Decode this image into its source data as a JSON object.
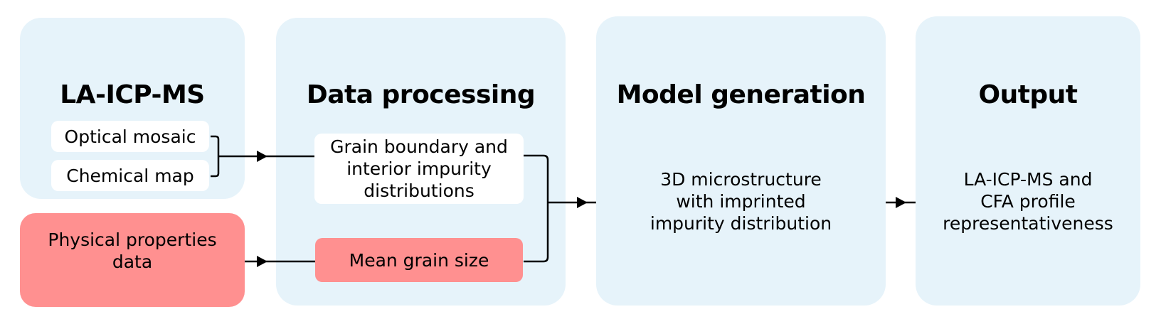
{
  "colors": {
    "panel": "#e6f3fa",
    "physical_input": "#ff9090",
    "pill": "#ffffff",
    "line": "#000000"
  },
  "la_icp_ms": {
    "title": "LA-ICP-MS",
    "items": [
      "Optical mosaic",
      "Chemical map"
    ]
  },
  "physical": {
    "label_line1": "Physical properties",
    "label_line2": "data"
  },
  "data_processing": {
    "title": "Data processing",
    "grain_boundary": {
      "line1": "Grain boundary and",
      "line2": "interior impurity",
      "line3": "distributions"
    },
    "mean_grain_size": "Mean grain size"
  },
  "model_generation": {
    "title": "Model generation",
    "line1": "3D microstructure",
    "line2": "with imprinted",
    "line3": "impurity distribution"
  },
  "output": {
    "title": "Output",
    "line1": "LA-ICP-MS and",
    "line2": "CFA profile",
    "line3": "representativeness"
  }
}
